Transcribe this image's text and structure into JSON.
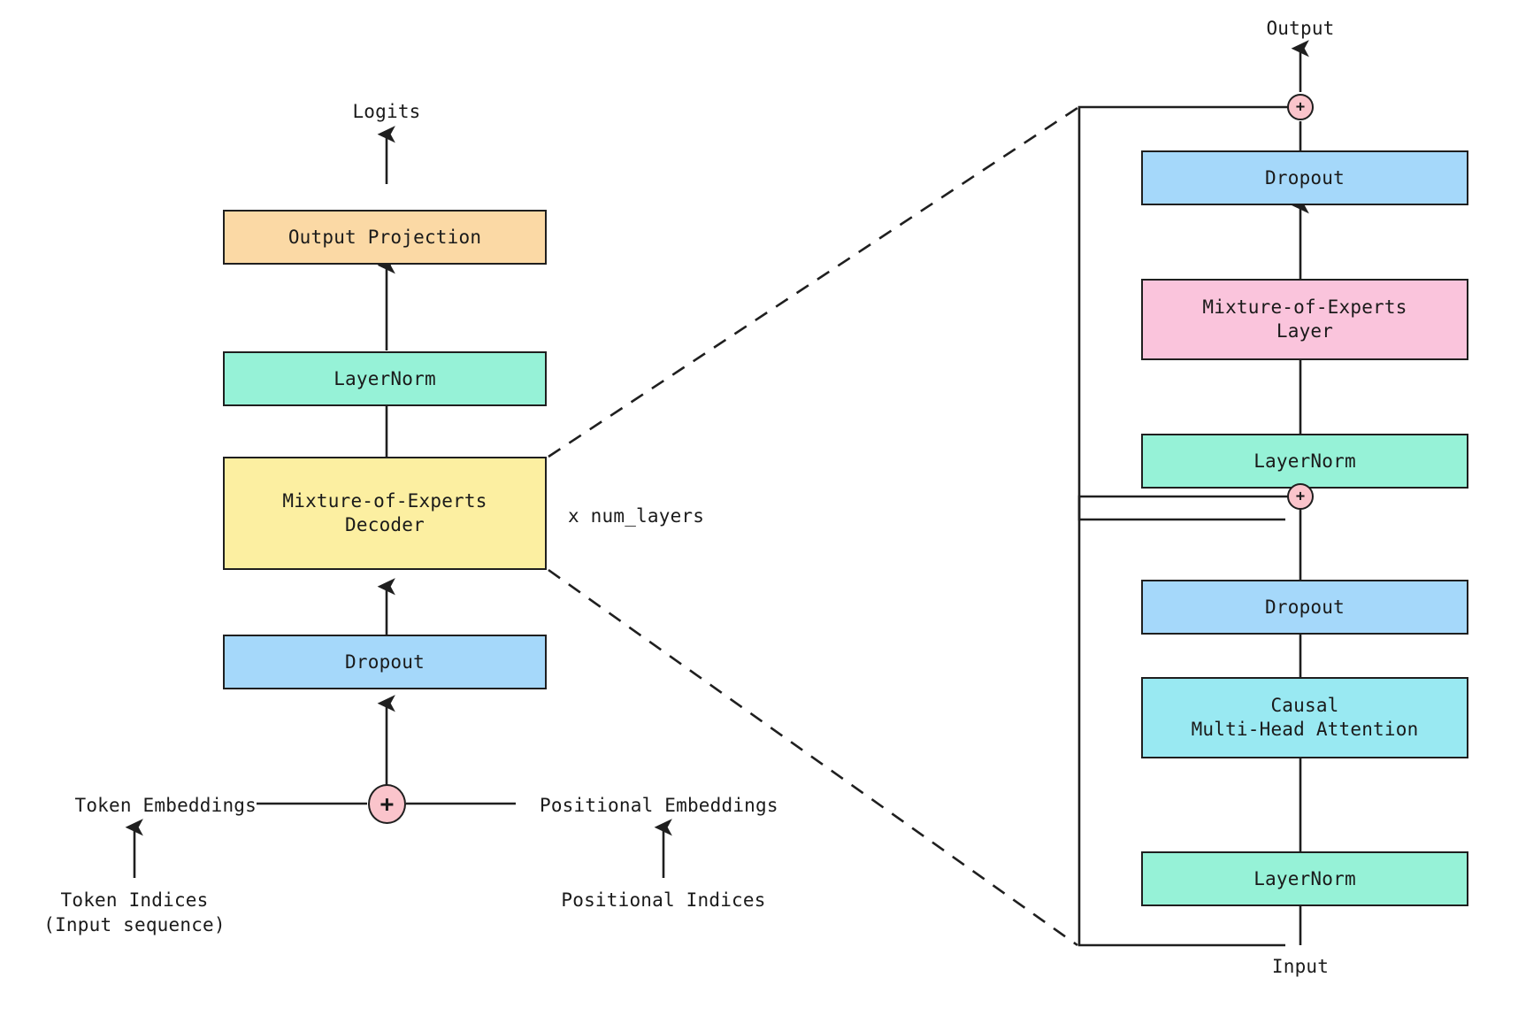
{
  "diagram": {
    "title_semantic": "mixture-of-experts-transformer-architecture",
    "colors": {
      "orange": "#FBD9A5",
      "mint": "#96F2D7",
      "yellow": "#FCEFA1",
      "blue": "#A5D8FA",
      "pink": "#FAC4DC",
      "cyan": "#99E9F2",
      "stroke": "#1f1f1f",
      "background": "#FFFFFF"
    },
    "left_stack": {
      "top_label": "Logits",
      "multiplier_label": "x num_layers",
      "boxes": [
        {
          "id": "output-projection",
          "label": "Output Projection",
          "color": "#FBD9A5"
        },
        {
          "id": "layernorm-final",
          "label": "LayerNorm",
          "color": "#96F2D7"
        },
        {
          "id": "moe-decoder",
          "label": "Mixture-of-Experts\nDecoder",
          "color": "#FCEFA1"
        },
        {
          "id": "dropout-embed",
          "label": "Dropout",
          "color": "#A5D8FA"
        }
      ],
      "adder": "+",
      "left_branch": {
        "embedding_label": "Token Embeddings",
        "indices_label": "Token Indices\n(Input sequence)"
      },
      "right_branch": {
        "embedding_label": "Positional Embeddings",
        "indices_label": "Positional Indices"
      }
    },
    "right_stack": {
      "top_label": "Output",
      "bottom_label": "Input",
      "adder_upper": "+",
      "adder_lower": "+",
      "boxes": [
        {
          "id": "dropout-moe",
          "label": "Dropout",
          "color": "#A5D8FA"
        },
        {
          "id": "moe-layer",
          "label": "Mixture-of-Experts\nLayer",
          "color": "#FAC4DC"
        },
        {
          "id": "layernorm-moe",
          "label": "LayerNorm",
          "color": "#96F2D7"
        },
        {
          "id": "dropout-attn",
          "label": "Dropout",
          "color": "#A5D8FA"
        },
        {
          "id": "causal-attention",
          "label": "Causal\nMulti-Head Attention",
          "color": "#99E9F2"
        },
        {
          "id": "layernorm-attn",
          "label": "LayerNorm",
          "color": "#96F2D7"
        }
      ]
    }
  }
}
